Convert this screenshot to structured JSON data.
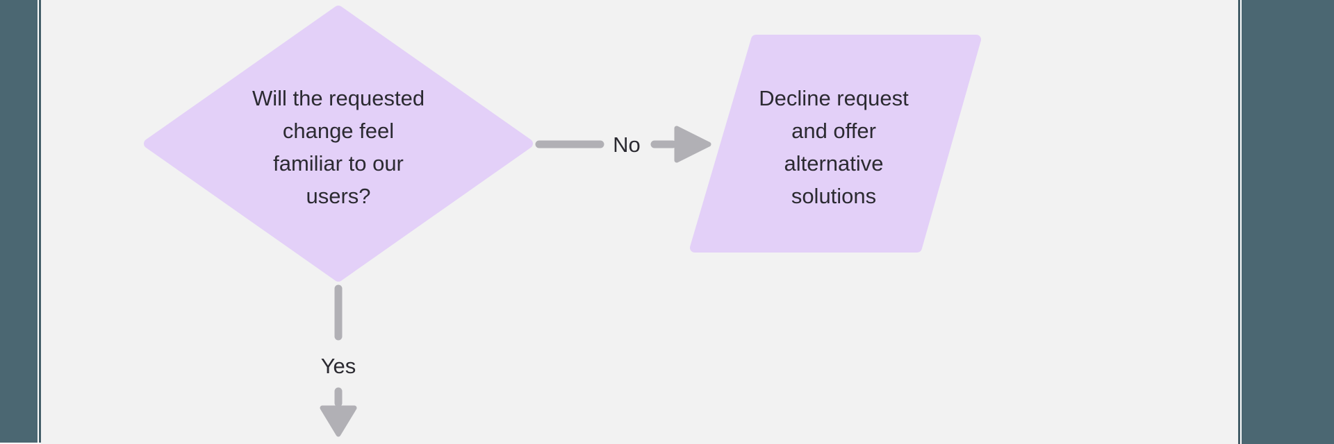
{
  "canvas": {
    "background": "#f2f2f2"
  },
  "desktop": {
    "side_bar_color": "#4b6772",
    "edge_line_color": "#435d68",
    "edge_gap_color": "#ffffff"
  },
  "colors": {
    "shape_fill": "#e3d0f8",
    "connector": "#b1b0b5",
    "text": "#2b2a31"
  },
  "flowchart": {
    "decision_node": {
      "label": "Will the requested\nchange feel\nfamiliar to our\nusers?"
    },
    "output_node": {
      "label": "Decline request\nand offer\nalternative\nsolutions"
    },
    "no_edge": {
      "label": "No"
    },
    "yes_edge": {
      "label": "Yes"
    }
  }
}
